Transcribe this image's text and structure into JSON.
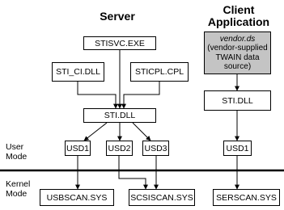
{
  "headings": {
    "server": "Server",
    "client_line1": "Client",
    "client_line2": "Application"
  },
  "mode_labels": {
    "user_line1": "User",
    "user_line2": "Mode",
    "kernel_line1": "Kernel",
    "kernel_line2": "Mode"
  },
  "server": {
    "stisvc": "STISVC.EXE",
    "sti_ci": "STI_CI.DLL",
    "sticpl": "STICPL.CPL",
    "sti_dll": "STI.DLL",
    "usd1": "USD1",
    "usd2": "USD2",
    "usd3": "USD3",
    "usbscan": "USBSCAN.SYS",
    "scsiscan": "SCSISCAN.SYS"
  },
  "client": {
    "vendor_ds": "vendor.ds",
    "vendor_desc_line1": "(vendor-supplied",
    "vendor_desc_line2": "TWAIN data",
    "vendor_desc_line3": "source)",
    "sti_dll": "STI.DLL",
    "usd1": "USD1",
    "serscan": "SERSCAN.SYS"
  },
  "colors": {
    "vendor_box_fill": "#c4c4c4",
    "line": "#000000"
  }
}
